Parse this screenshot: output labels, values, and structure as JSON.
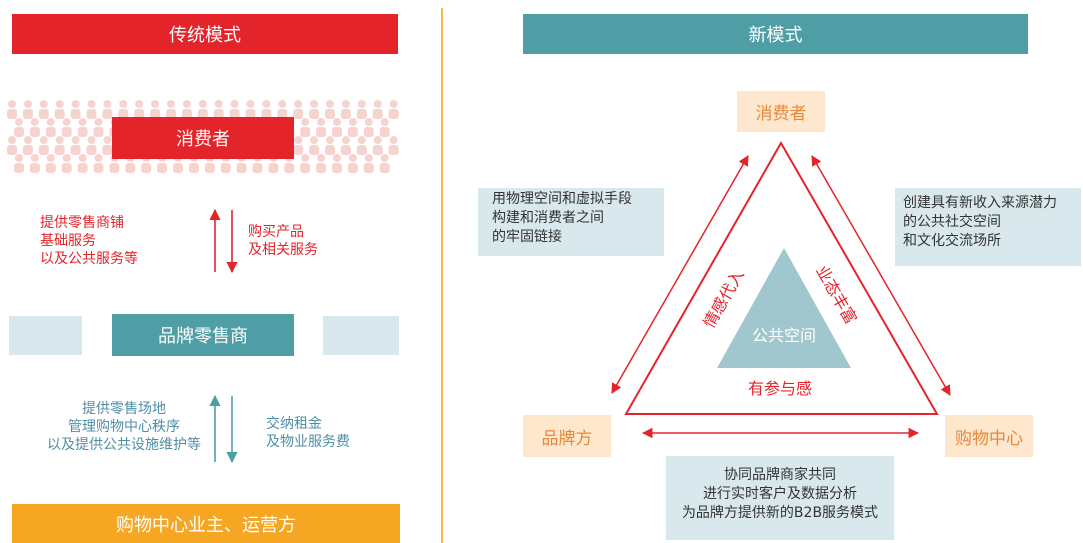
{
  "left": {
    "header": "传统模式",
    "consumer": "消费者",
    "provide_red": [
      "提供零售商铺",
      "基础服务",
      "以及公共服务等"
    ],
    "buy": [
      "购买产品",
      "及相关服务"
    ],
    "brand_retailer": "品牌零售商",
    "provide_teal": [
      "提供零售场地",
      "管理购物中心秩序",
      "以及提供公共设施维护等"
    ],
    "pay": [
      "交纳租金",
      "及物业服务费"
    ],
    "owner": "购物中心业主、运营方"
  },
  "right": {
    "header": "新模式",
    "consumer": "消费者",
    "brand": "品牌方",
    "mall": "购物中心",
    "center": "公共空间",
    "edge_left": "情感代入",
    "edge_right": "业态丰富",
    "edge_bottom": "有参与感",
    "box_left": [
      "用物理空间和虚拟手段",
      "构建和消费者之间",
      "的牢固链接"
    ],
    "box_right": [
      "创建具有新收入来源潜力",
      "的公共社交空间",
      "和文化交流场所"
    ],
    "box_bottom": [
      "协同品牌商家共同",
      "进行实时客户及数据分析",
      "为品牌方提供新的B2B服务模式"
    ]
  },
  "colors": {
    "red": "#e3242b",
    "teal": "#4f9ea6",
    "orange": "#f5a623",
    "light_blue": "#d9e8ec",
    "peach": "#fde7cd",
    "crowd": "#f7d3cf"
  },
  "icons": [
    "person-crowd-icon",
    "up-arrow-icon",
    "down-arrow-icon",
    "double-arrow-icon",
    "triangle-icon"
  ]
}
